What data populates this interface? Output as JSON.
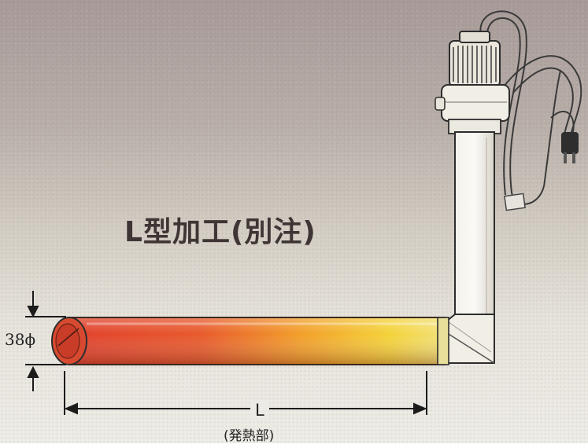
{
  "diagram": {
    "title": "L型加工(別注)",
    "diameter_label": "38ϕ",
    "length_label": "L",
    "length_sublabel": "(発熱部)"
  }
}
